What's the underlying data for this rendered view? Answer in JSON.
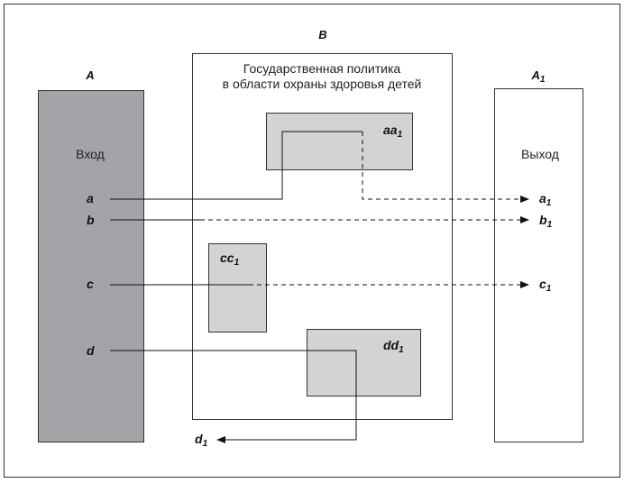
{
  "diagram": {
    "blocks": {
      "A": {
        "label": "A",
        "text": "Вход",
        "fill": "#a3a3a8"
      },
      "B": {
        "label": "B",
        "text_line1": "Государственная политика",
        "text_line2": "в области охраны здоровья детей"
      },
      "A1": {
        "label": "A",
        "label_sub": "1",
        "text": "Выход"
      }
    },
    "inner_boxes": {
      "aa": {
        "label": "aa",
        "sub": "1",
        "fill": "#d3d3d3"
      },
      "cc": {
        "label": "cc",
        "sub": "1",
        "fill": "#d3d3d3"
      },
      "dd": {
        "label": "dd",
        "sub": "1",
        "fill": "#d3d3d3"
      }
    },
    "inputs": {
      "a": "a",
      "b": "b",
      "c": "c",
      "d": "d"
    },
    "outputs": {
      "a1": {
        "label": "a",
        "sub": "1"
      },
      "b1": {
        "label": "b",
        "sub": "1"
      },
      "c1": {
        "label": "c",
        "sub": "1"
      },
      "d1": {
        "label": "d",
        "sub": "1"
      }
    }
  }
}
